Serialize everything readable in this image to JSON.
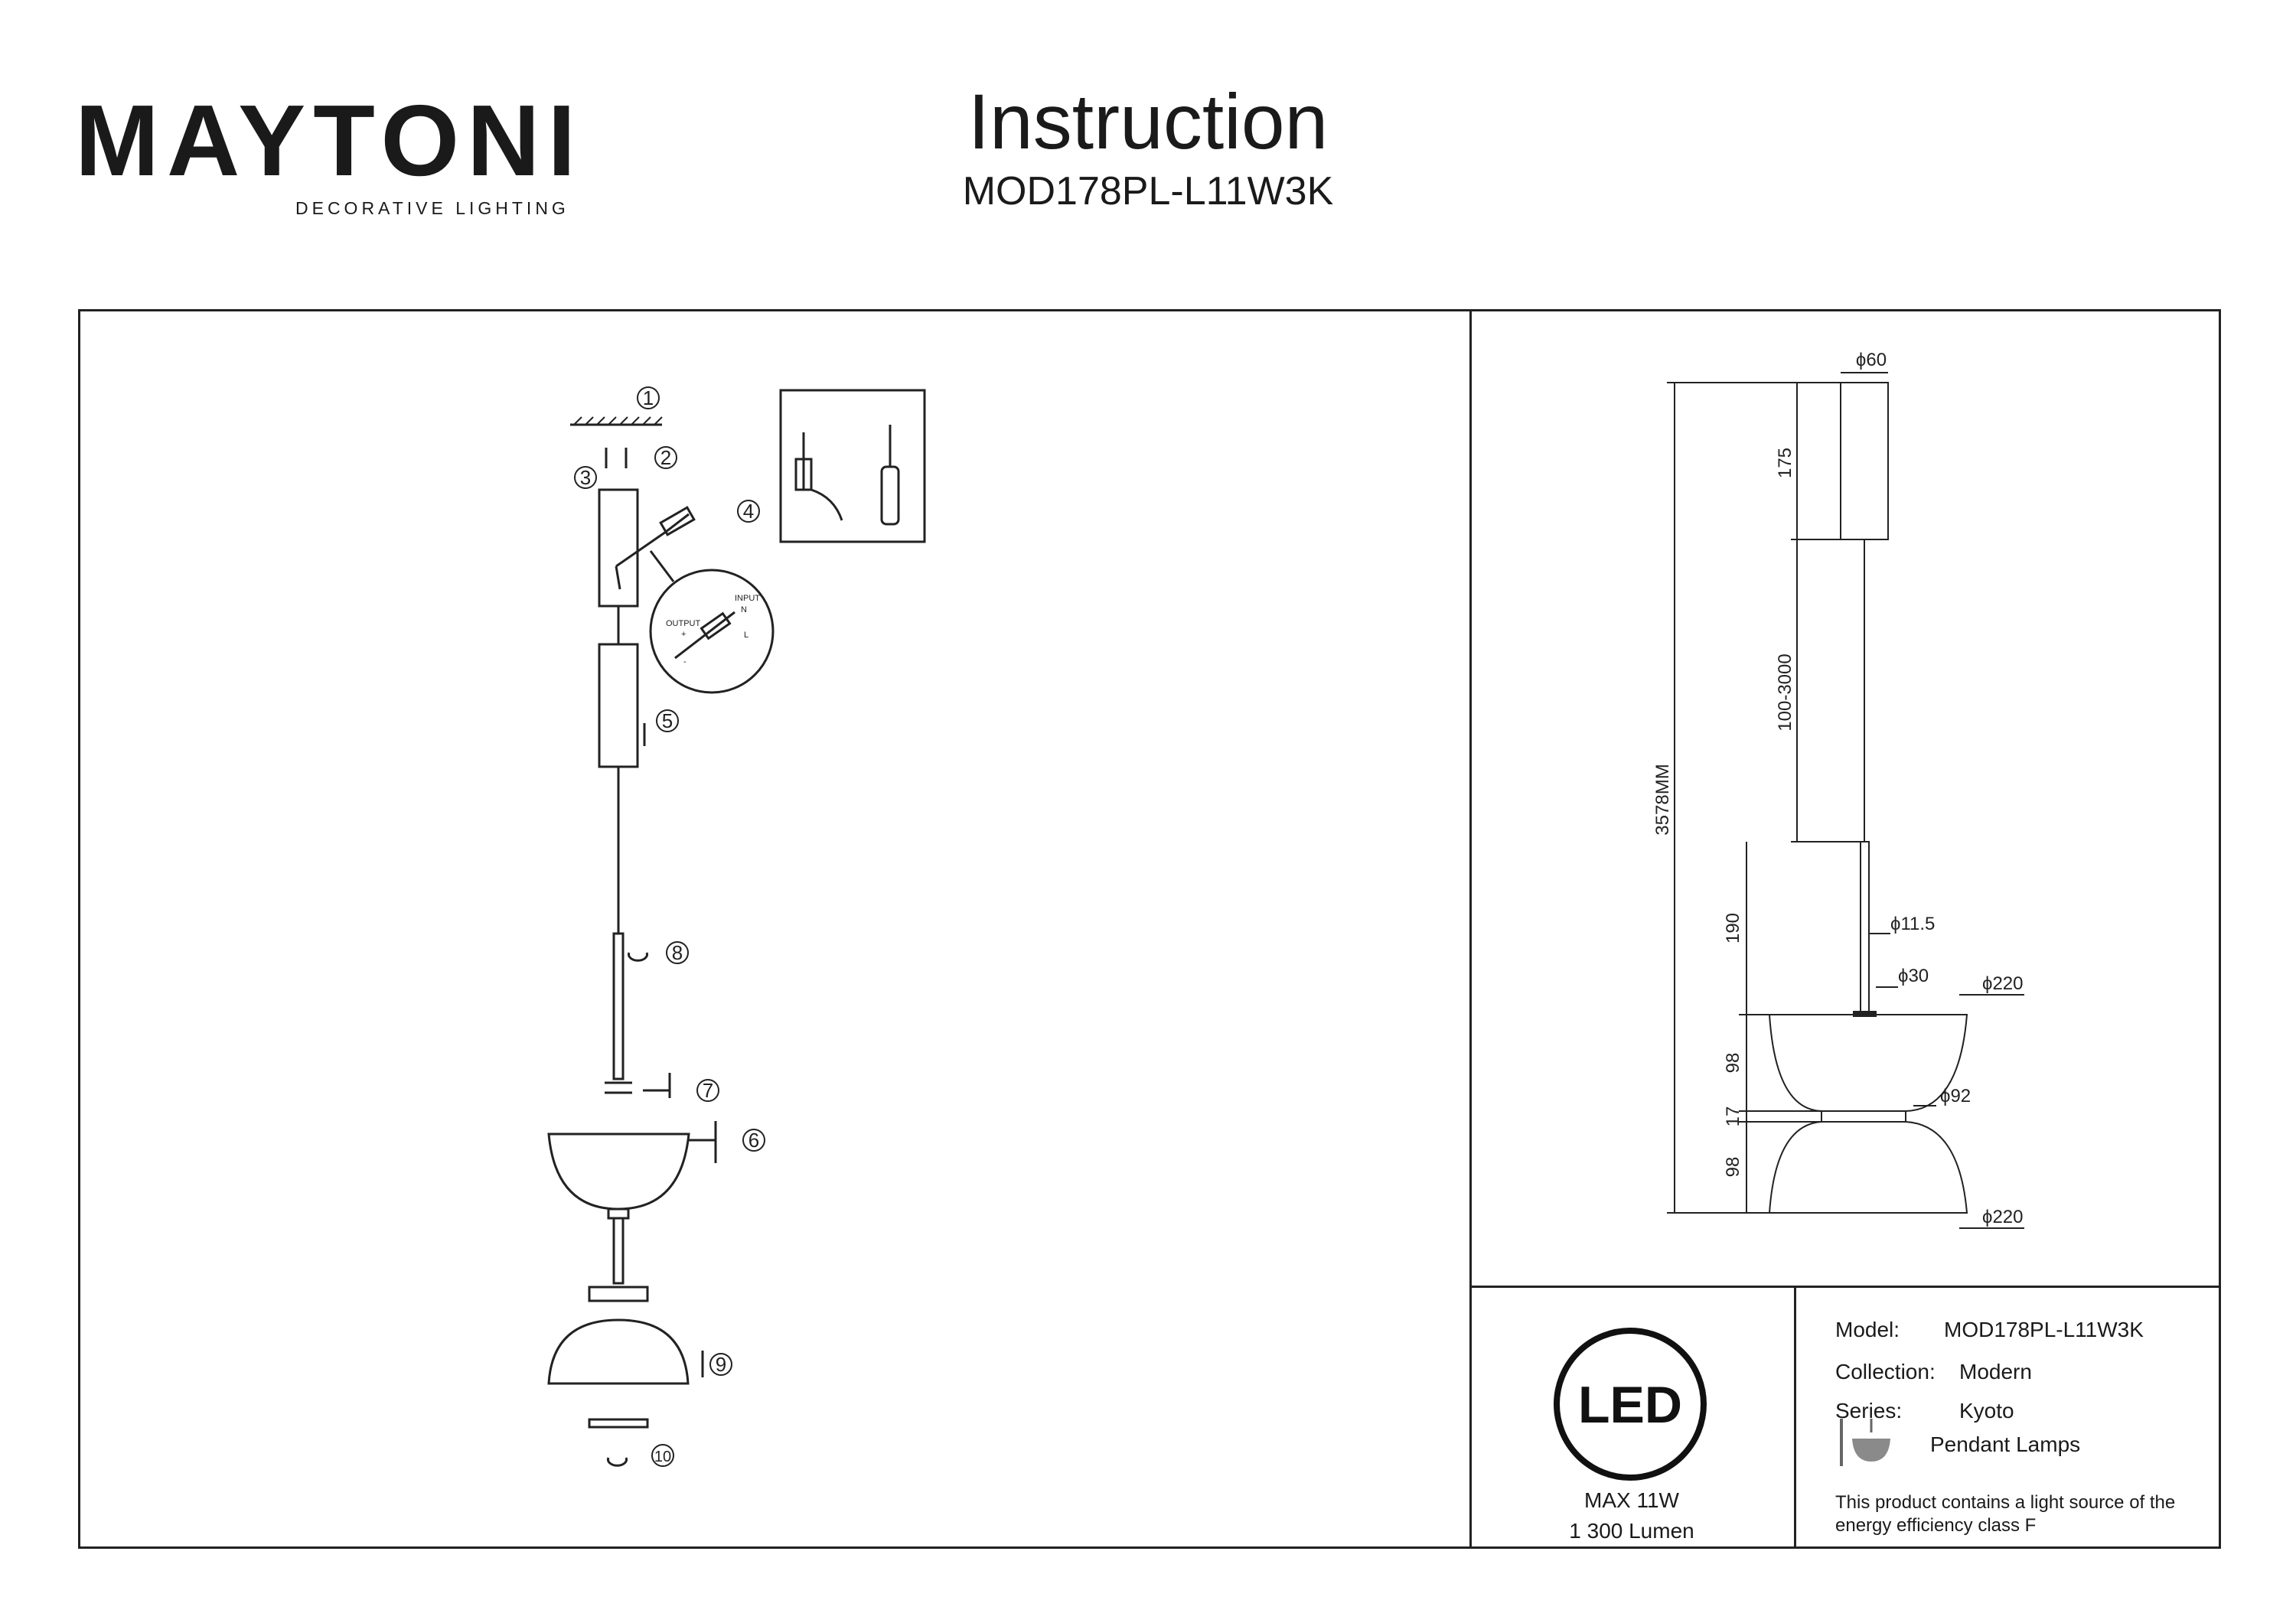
{
  "brand": {
    "name": "MAYTONI",
    "tagline": "DECORATIVE LIGHTING"
  },
  "header": {
    "title": "Instruction",
    "model": "MOD178PL-L11W3K"
  },
  "assembly": {
    "steps": [
      "1",
      "2",
      "3",
      "4",
      "5",
      "6",
      "7",
      "8",
      "9",
      "10"
    ],
    "driver_detail": {
      "input": "INPUT",
      "output": "OUTPUT",
      "n": "N",
      "l": "L",
      "plus": "+",
      "minus": "-"
    }
  },
  "dimensions": {
    "canopy_diameter": "ϕ60",
    "canopy_height": "175",
    "cable_length": "100-3000",
    "total_height": "3578MM",
    "stem_length": "190",
    "stem_diameter": "ϕ11.5",
    "hub_diameter": "ϕ30",
    "top_shade_diameter": "ϕ220",
    "shade_height_top": "98",
    "waist_height": "17",
    "waist_diameter": "ϕ92",
    "shade_height_bottom": "98",
    "bottom_shade_diameter": "ϕ220"
  },
  "energy": {
    "badge": "LED",
    "max_power": "MAX 11W",
    "lumen": "1 300 Lumen"
  },
  "specs": {
    "model_label": "Model:",
    "model_value": "MOD178PL-L11W3K",
    "collection_label": "Collection:",
    "collection_value": "Modern",
    "series_label": "Series:",
    "series_value": "Kyoto",
    "type_value": "Pendant Lamps",
    "note_line1": "This product contains a light source of the",
    "note_line2": "energy efficiency class F"
  }
}
